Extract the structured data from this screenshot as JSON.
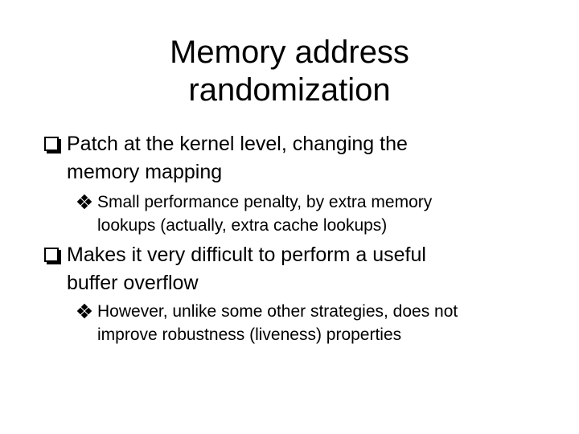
{
  "slide": {
    "background_color": "#ffffff",
    "text_color": "#000000",
    "title": {
      "lines": [
        "Memory address",
        "randomization"
      ]
    },
    "bullets": [
      {
        "level": 1,
        "icon": "square-bullet",
        "lines": [
          "Patch at the kernel level, changing the",
          "memory mapping"
        ]
      },
      {
        "level": 2,
        "icon": "diamond-bullet",
        "lines": [
          "Small performance penalty, by extra memory",
          "lookups (actually, extra cache lookups)"
        ]
      },
      {
        "level": 1,
        "icon": "square-bullet",
        "lines": [
          "Makes it very difficult to perform a useful",
          "buffer overflow"
        ]
      },
      {
        "level": 2,
        "icon": "diamond-bullet",
        "lines": [
          "However, unlike some other strategies, does not",
          "improve robustness (liveness) properties"
        ]
      }
    ]
  }
}
